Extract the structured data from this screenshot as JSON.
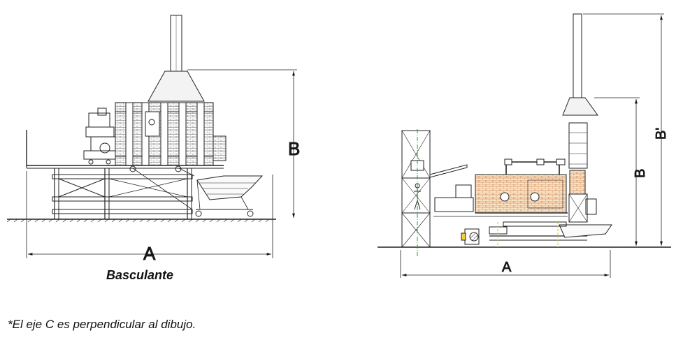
{
  "left_view": {
    "caption": "Basculante",
    "dimension_width": "A",
    "dimension_height": "B"
  },
  "right_view": {
    "dimension_width": "A",
    "dimension_height_1": "B",
    "dimension_height_2": "B'"
  },
  "footnote": "*El eje C es perpendicular al dibujo."
}
